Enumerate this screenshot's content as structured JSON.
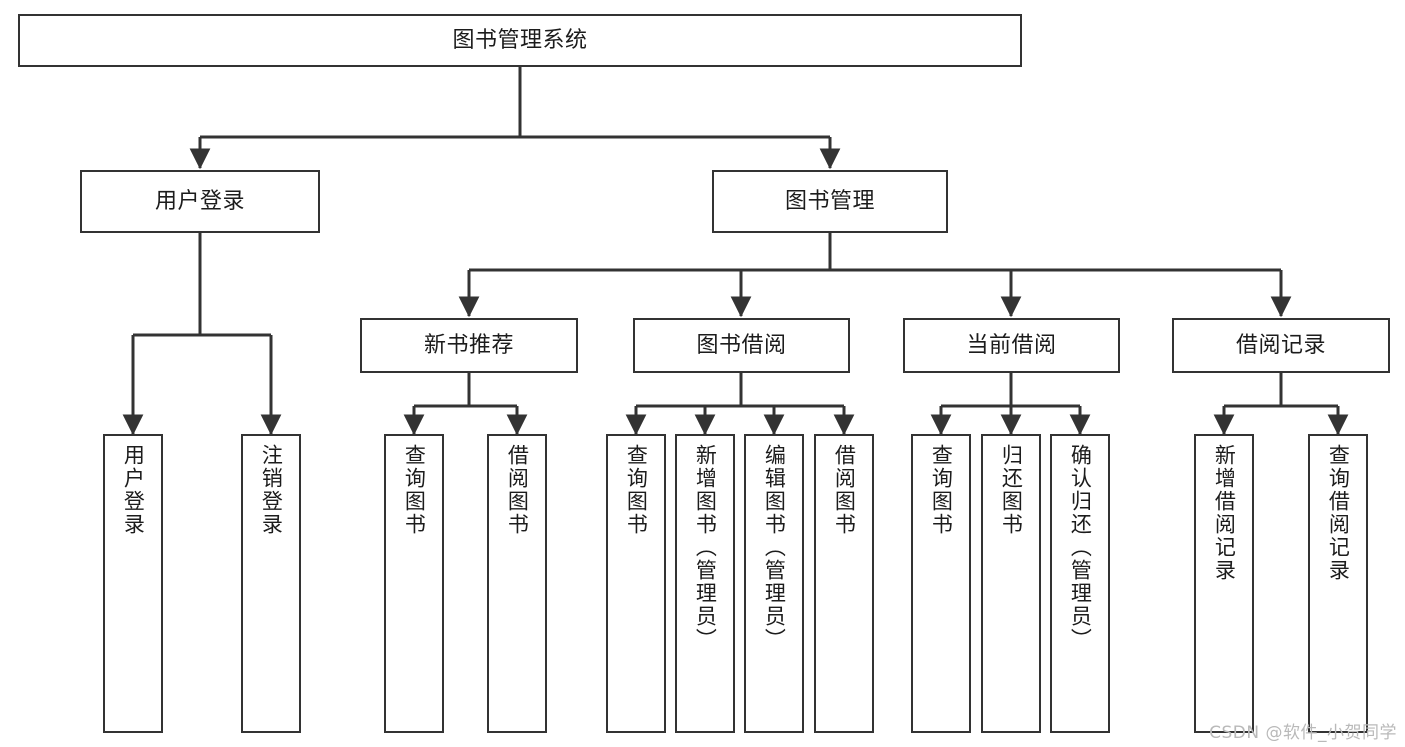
{
  "diagram": {
    "title": "图书管理系统",
    "type": "tree",
    "watermark": "CSDN @软件_小贺同学",
    "colors": {
      "stroke": "#333333",
      "box_fill": "#ffffff",
      "text": "#1c1c1c",
      "watermark": "#b9b9b9",
      "background": "#ffffff"
    },
    "nodes": {
      "root": {
        "label": "图书管理系统"
      },
      "level2": [
        {
          "id": "user-login",
          "label": "用户登录"
        },
        {
          "id": "book-manage",
          "label": "图书管理"
        }
      ],
      "level3": [
        {
          "id": "new-book-recommend",
          "label": "新书推荐"
        },
        {
          "id": "book-borrow",
          "label": "图书借阅"
        },
        {
          "id": "current-borrow",
          "label": "当前借阅"
        },
        {
          "id": "borrow-record",
          "label": "借阅记录"
        }
      ],
      "leaves": {
        "user_login": [
          {
            "id": "leaf-user-login",
            "label": "用户登录"
          },
          {
            "id": "leaf-logout",
            "label": "注销登录"
          }
        ],
        "new_book_recommend": [
          {
            "id": "leaf-query-book-1",
            "label": "查询图书"
          },
          {
            "id": "leaf-borrow-book-1",
            "label": "借阅图书"
          }
        ],
        "book_borrow": [
          {
            "id": "leaf-query-book-2",
            "label": "查询图书"
          },
          {
            "id": "leaf-add-book",
            "label": "新增图书（管理员）"
          },
          {
            "id": "leaf-edit-book",
            "label": "编辑图书（管理员）"
          },
          {
            "id": "leaf-borrow-book-2",
            "label": "借阅图书"
          }
        ],
        "current_borrow": [
          {
            "id": "leaf-query-book-3",
            "label": "查询图书"
          },
          {
            "id": "leaf-return-book",
            "label": "归还图书"
          },
          {
            "id": "leaf-confirm-return",
            "label": "确认归还（管理员）"
          }
        ],
        "borrow_record": [
          {
            "id": "leaf-add-record",
            "label": "新增借阅记录"
          },
          {
            "id": "leaf-query-record",
            "label": "查询借阅记录"
          }
        ]
      }
    }
  }
}
